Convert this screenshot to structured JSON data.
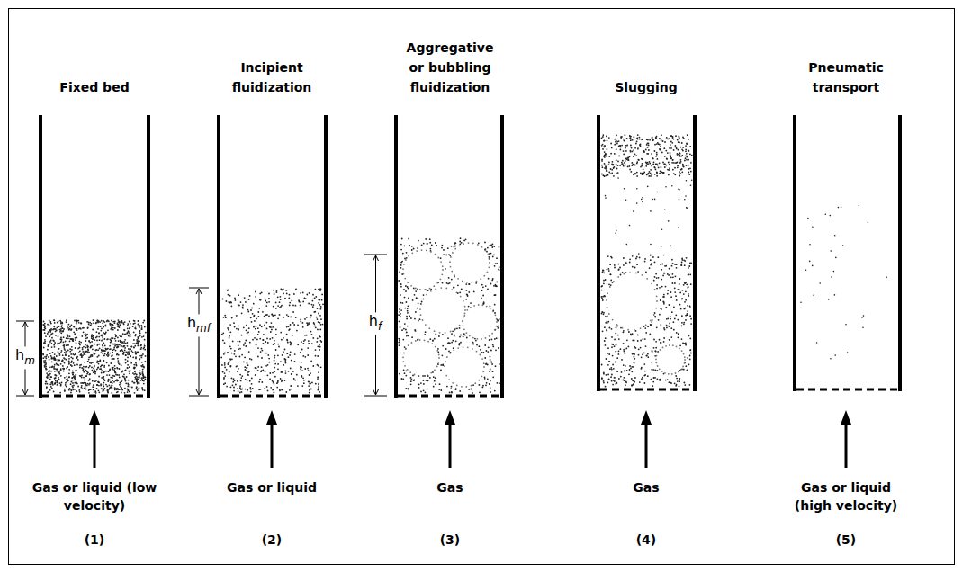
{
  "diagram": {
    "labels": [
      "Fixed bed",
      "Incipient fluidization",
      "Aggregative or bubbling fluidization",
      "Slugging",
      "Pneumatic transport",
      "hm",
      "hmf",
      "hf",
      "Gas or liquid (low velocity)",
      "Gas or liquid",
      "Gas",
      "Gas",
      "Gas or liquid (high velocity)",
      "(1)",
      "(2)",
      "(3)",
      "(4)",
      "(5)"
    ]
  }
}
